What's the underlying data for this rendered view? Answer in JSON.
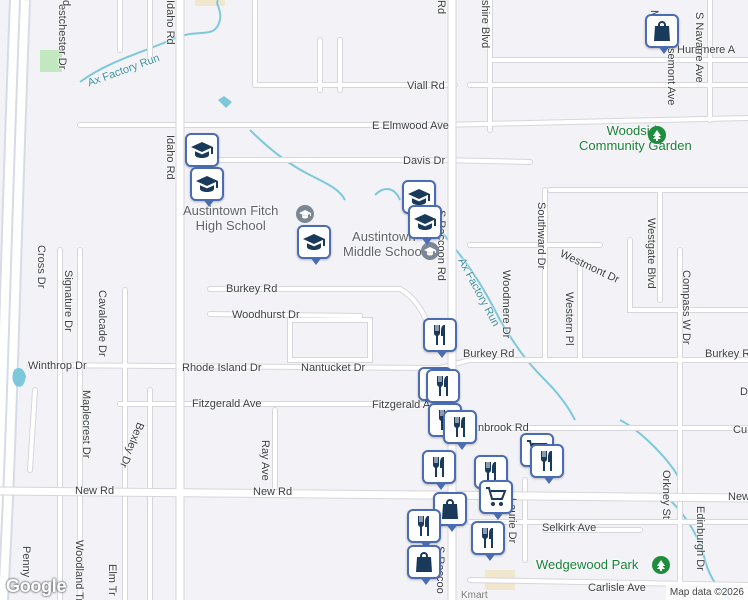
{
  "map": {
    "attribution": "Map data ©2026",
    "logo": "Google",
    "colors": {
      "background": "#f3f2f6",
      "road": "#ffffff",
      "road_outline": "#d6d6dc",
      "water": "#7ec8dc",
      "park": "#c2e8c0",
      "pin_border": "#4a6cb3",
      "pin_icon": "#1a3a5c"
    },
    "streets": [
      {
        "id": "viall-rd",
        "text": "Viall Rd"
      },
      {
        "id": "e-elmwood-ave",
        "text": "E Elmwood Ave"
      },
      {
        "id": "davis-dr",
        "text": "Davis Dr"
      },
      {
        "id": "burkey-rd-w",
        "text": "Burkey Rd"
      },
      {
        "id": "woodhurst-dr",
        "text": "Woodhurst Dr"
      },
      {
        "id": "winthrop-dr",
        "text": "Winthrop Dr"
      },
      {
        "id": "rhode-island-dr",
        "text": "Rhode Island Dr"
      },
      {
        "id": "nantucket-dr",
        "text": "Nantucket Dr"
      },
      {
        "id": "fitzgerald-ave",
        "text": "Fitzgerald Ave"
      },
      {
        "id": "fitzgerald-ave-2",
        "text": "Fitzgerald A"
      },
      {
        "id": "new-rd-1",
        "text": "New Rd"
      },
      {
        "id": "new-rd-2",
        "text": "New Rd"
      },
      {
        "id": "new-rd-3",
        "text": "New"
      },
      {
        "id": "burkey-rd-e",
        "text": "Burkey Rd"
      },
      {
        "id": "burkey-rd-e2",
        "text": "Burkey Rd"
      },
      {
        "id": "brook-rd",
        "text": "nbrook Rd"
      },
      {
        "id": "selkirk-ave",
        "text": "Selkirk Ave"
      },
      {
        "id": "carlisle-ave",
        "text": "Carlisle Ave"
      },
      {
        "id": "huntmere-ave",
        "text": "Huntmere A"
      },
      {
        "id": "westmont-dr",
        "text": "Westmont Dr"
      },
      {
        "id": "cu",
        "text": "Cu"
      },
      {
        "id": "d",
        "text": "D"
      },
      {
        "id": "s-raccoon-rd",
        "text": "S Raccoon Rd"
      },
      {
        "id": "s-raccoo",
        "text": "S Raccoo"
      },
      {
        "id": "idaho-rd",
        "text": "Idaho Rd"
      },
      {
        "id": "idaho-rd-top",
        "text": "Idaho Rd"
      },
      {
        "id": "westchester-dr",
        "text": "estchester Dr"
      },
      {
        "id": "cross-dr",
        "text": "Cross Dr"
      },
      {
        "id": "signature-dr",
        "text": "Signature Dr"
      },
      {
        "id": "cavalcade-dr",
        "text": "Cavalcade Dr"
      },
      {
        "id": "maplecrest-dr",
        "text": "Maplecrest Dr"
      },
      {
        "id": "bexley-dr",
        "text": "Bexley Dr"
      },
      {
        "id": "ray-ave",
        "text": "Ray Ave"
      },
      {
        "id": "penny",
        "text": "Penny"
      },
      {
        "id": "woodland-tr",
        "text": "Woodland Tr"
      },
      {
        "id": "elm-tr",
        "text": "Elm Tr"
      },
      {
        "id": "laurie-dr",
        "text": "Laurie Dr"
      },
      {
        "id": "southward-dr",
        "text": "Southward Dr"
      },
      {
        "id": "western-pl",
        "text": "Western Pl"
      },
      {
        "id": "woodmere-dr",
        "text": "Woodmere Dr"
      },
      {
        "id": "westgate-blvd",
        "text": "Westgate Blvd"
      },
      {
        "id": "compass-w-dr",
        "text": "Compass W Dr"
      },
      {
        "id": "orkney-st",
        "text": "Orkney St"
      },
      {
        "id": "edinburgh-dr",
        "text": "Edinburgh Dr"
      },
      {
        "id": "rosemont-ave",
        "text": "Rosemont Ave"
      },
      {
        "id": "s-navarre-ave",
        "text": "S Navarre Ave"
      },
      {
        "id": "ma",
        "text": "Ma"
      },
      {
        "id": "shire-blvd",
        "text": "shire Blvd"
      },
      {
        "id": "d-top",
        "text": "d"
      },
      {
        "id": "rd-top",
        "text": "Rd"
      }
    ],
    "waterways": [
      {
        "id": "ax-factory-run-1",
        "text": "Ax Factory Run"
      },
      {
        "id": "ax-factory-run-2",
        "text": "Ax Factory Run"
      }
    ],
    "places": [
      {
        "id": "woodside-community-garden",
        "line1": "Woodside",
        "line2": "Community Garden",
        "kind": "park"
      },
      {
        "id": "austintown-fitch-high-school",
        "line1": "Austintown Fitch",
        "line2": "High School",
        "kind": "school"
      },
      {
        "id": "austintown-middle-school",
        "line1": "Austintown",
        "line2": "Middle School",
        "kind": "school"
      },
      {
        "id": "wedgewood-park",
        "line1": "Wedgewood Park",
        "line2": "",
        "kind": "park"
      },
      {
        "id": "kmart",
        "line1": "Kmart",
        "line2": "",
        "kind": "shop"
      }
    ],
    "markers": [
      {
        "id": "m1",
        "icon": "shopping-bag-icon"
      },
      {
        "id": "m2",
        "icon": "graduation-cap-icon"
      },
      {
        "id": "m3",
        "icon": "graduation-cap-icon"
      },
      {
        "id": "m4",
        "icon": "graduation-cap-icon"
      },
      {
        "id": "m5",
        "icon": "graduation-cap-icon"
      },
      {
        "id": "m6",
        "icon": "graduation-cap-icon"
      },
      {
        "id": "m7",
        "icon": "restaurant-icon"
      },
      {
        "id": "m8",
        "icon": "restaurant-icon"
      },
      {
        "id": "m9",
        "icon": "restaurant-icon"
      },
      {
        "id": "m10",
        "icon": "restaurant-icon"
      },
      {
        "id": "m11",
        "icon": "shopping-cart-icon"
      },
      {
        "id": "m12",
        "icon": "restaurant-icon"
      },
      {
        "id": "m13",
        "icon": "restaurant-icon"
      },
      {
        "id": "m14",
        "icon": "restaurant-icon"
      },
      {
        "id": "m15",
        "icon": "restaurant-icon"
      },
      {
        "id": "m16",
        "icon": "shopping-cart-icon"
      },
      {
        "id": "m17",
        "icon": "shopping-bag-icon"
      },
      {
        "id": "m18",
        "icon": "restaurant-icon"
      },
      {
        "id": "m19",
        "icon": "restaurant-icon"
      },
      {
        "id": "m20",
        "icon": "shopping-bag-icon"
      }
    ]
  }
}
